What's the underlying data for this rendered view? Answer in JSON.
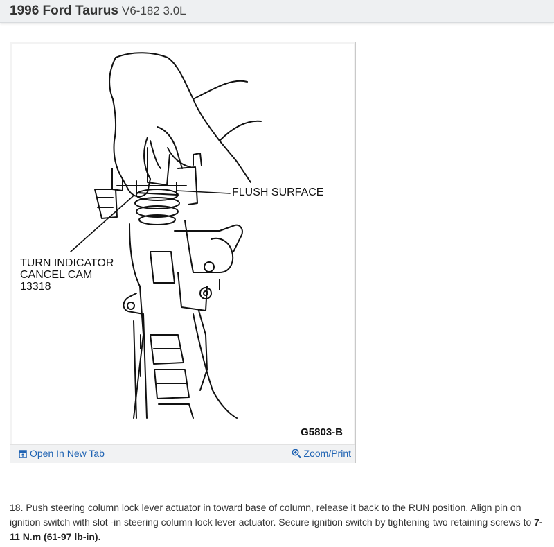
{
  "header": {
    "title": "1996 Ford Taurus",
    "subtitle": "V6-182 3.0L"
  },
  "figure": {
    "labels": {
      "flush_surface": "FLUSH SURFACE",
      "cam_line1": "TURN INDICATOR",
      "cam_line2": "CANCEL CAM",
      "cam_line3": "13318"
    },
    "code": "G5803-B",
    "open_tab_label": "Open In New Tab",
    "zoom_label": "Zoom/Print",
    "icons": {
      "open_tab": "open-in-new-tab-icon",
      "zoom": "zoom-magnifier-icon"
    }
  },
  "instructions": {
    "step_text": "18. Push steering column lock lever actuator in toward base of column, release it back to the RUN position. Align pin on ignition switch with slot -in steering column lock lever actuator. Secure ignition switch by tightening two retaining screws to ",
    "torque": "7-11 N.m (61-97 lb-in)",
    "end": "."
  }
}
